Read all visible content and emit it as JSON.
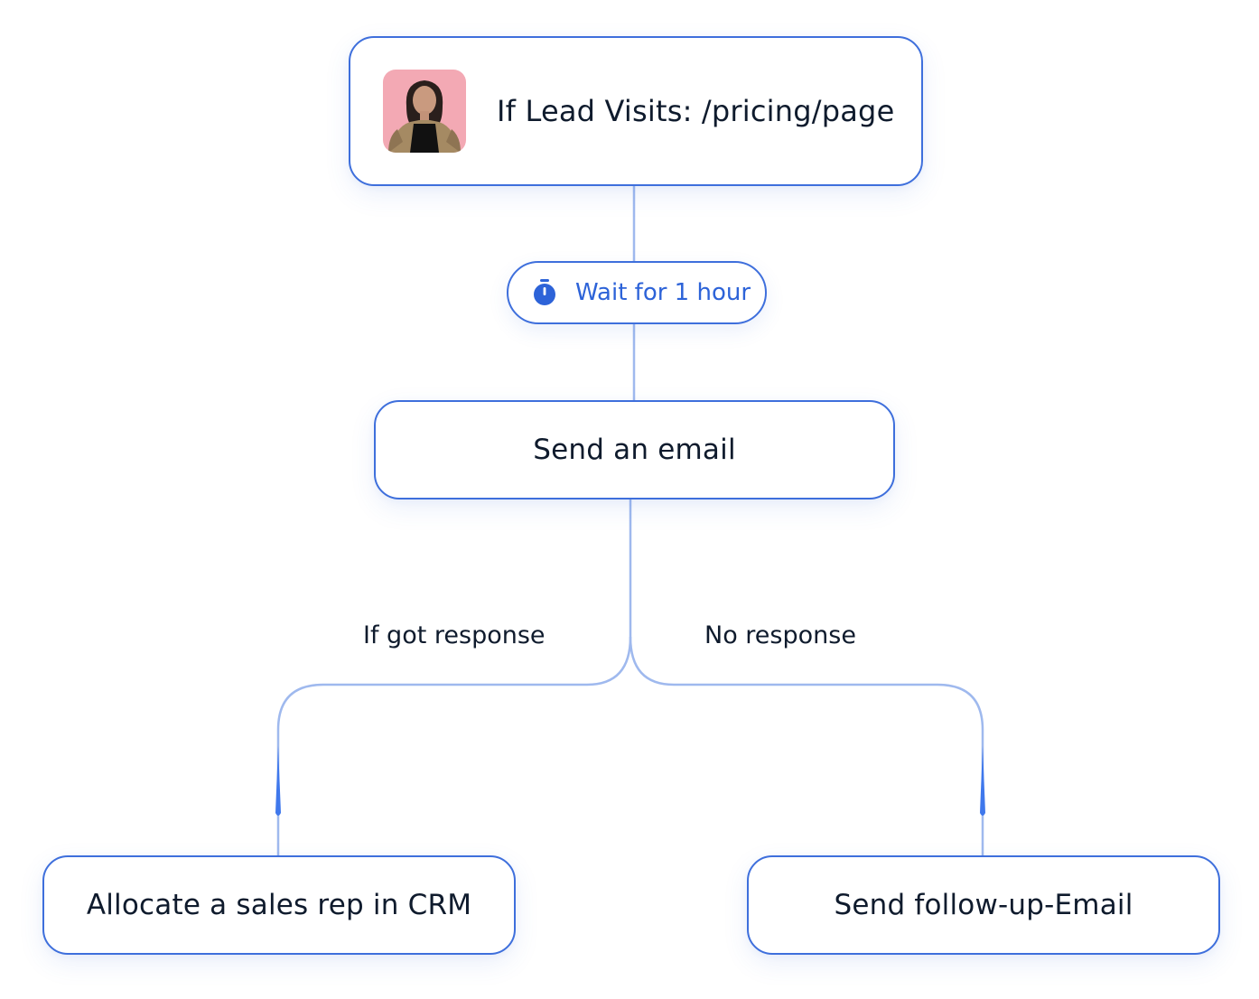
{
  "diagram": {
    "trigger": {
      "label": "If Lead Visits: /pricing/page",
      "avatar_icon": "person-photo"
    },
    "wait": {
      "label": "Wait for 1 hour",
      "icon": "stopwatch-icon"
    },
    "action": {
      "label": "Send an email"
    },
    "branches": {
      "yes_label": "If got response",
      "no_label": "No response"
    },
    "outcomes": {
      "yes": {
        "label": "Allocate a sales rep in CRM"
      },
      "no": {
        "label": "Send follow-up-Email"
      }
    }
  },
  "colors": {
    "node_border": "#3e6fdc",
    "connector": "#9fb9ee",
    "accent": "#2d63d8",
    "text": "#0f1b2d",
    "arrow": "#3f78ec"
  }
}
